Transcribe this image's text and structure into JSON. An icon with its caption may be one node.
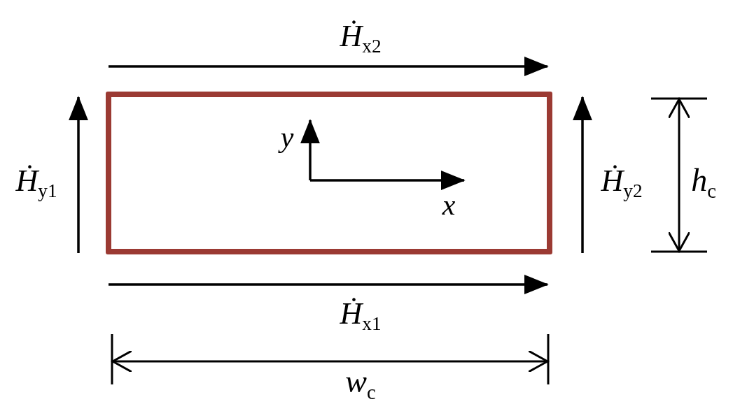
{
  "diagram": {
    "nodes": [
      {
        "text": [],
        "shape": "box"
      }
    ],
    "labels": [
      "Ḣ$_{x2}$",
      "Ḣ$_{y1}$",
      "y",
      "Ḣ$_{y2}$",
      "*h*$_{c}$",
      "x",
      "Ḣ$_{x1}$",
      "*w*$_{c}$"
    ]
  }
}
